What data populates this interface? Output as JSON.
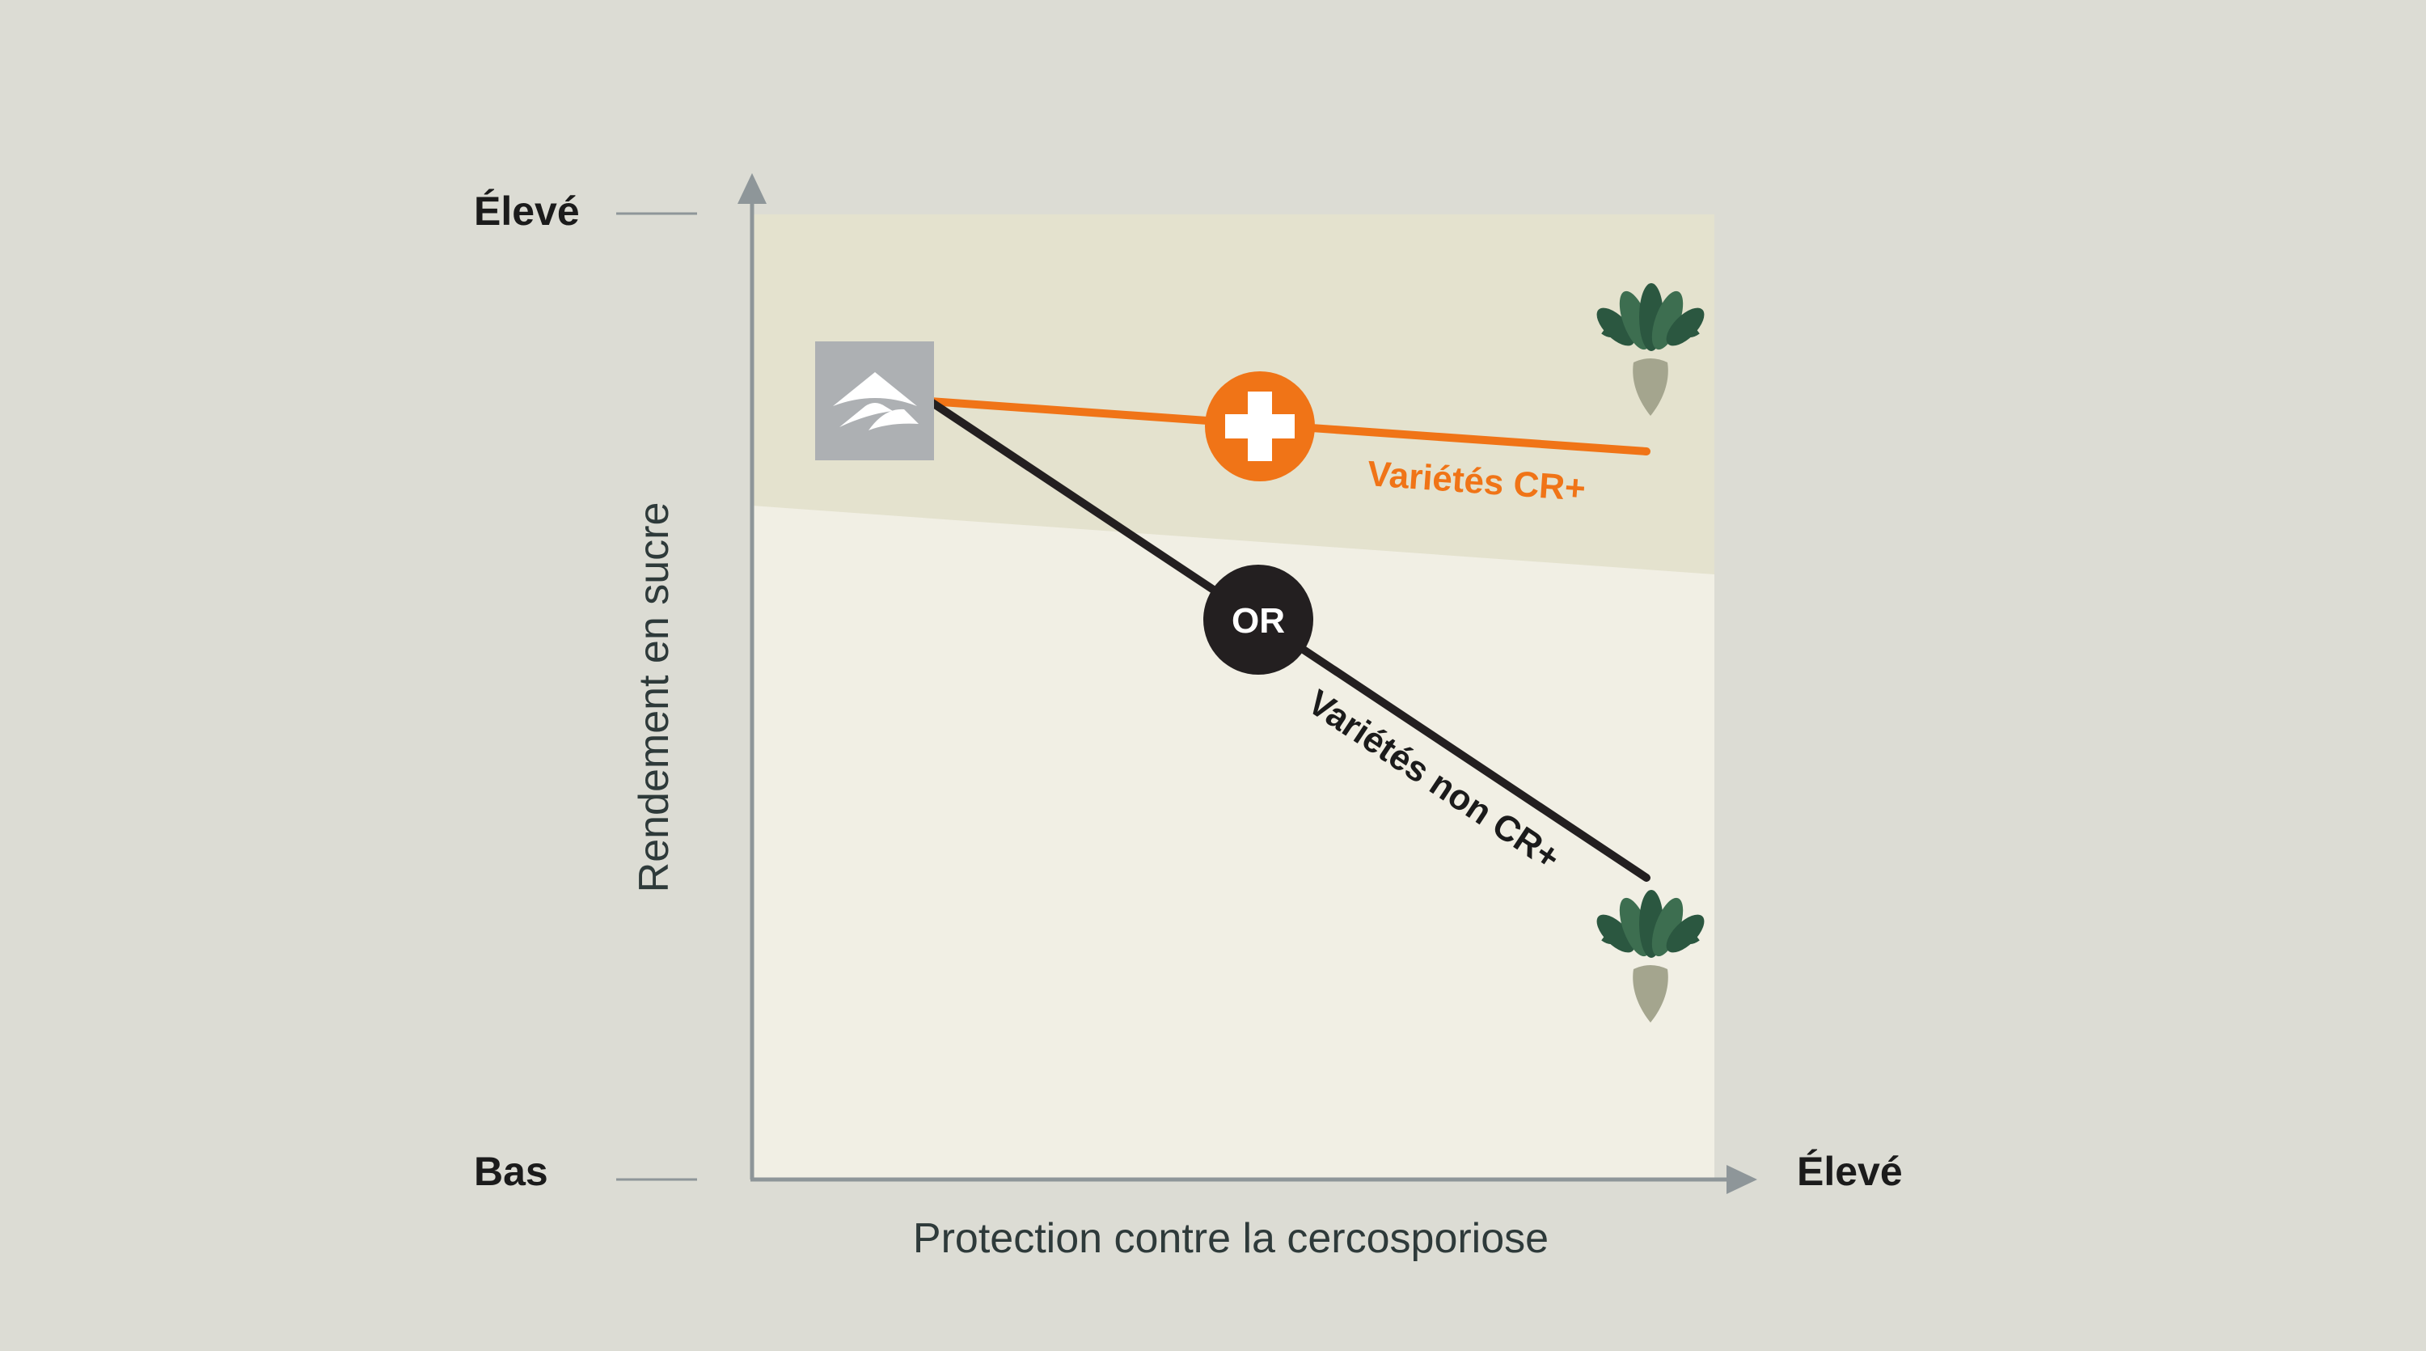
{
  "y_axis": {
    "title": "Rendement en sucre",
    "high_label": "Élevé",
    "low_label": "Bas"
  },
  "x_axis": {
    "title": "Protection contre la cercosporiose",
    "high_label": "Élevé"
  },
  "lines": {
    "cr_plus": {
      "label": "Variétés CR+",
      "color": "#f07417",
      "marker_icon": "plus-icon"
    },
    "non_cr_plus": {
      "label": "Variétés non CR+",
      "color": "#231f20",
      "marker_text": "OR"
    }
  },
  "colors": {
    "background": "#dcdcd4",
    "plot_lower": "#f1efe4",
    "plot_upper_band": "#e4e2ce",
    "axis": "#8e9699",
    "start_box": "#adb0b3",
    "beet_root": "#a4a58e",
    "beet_leaf": "#2b5740"
  }
}
